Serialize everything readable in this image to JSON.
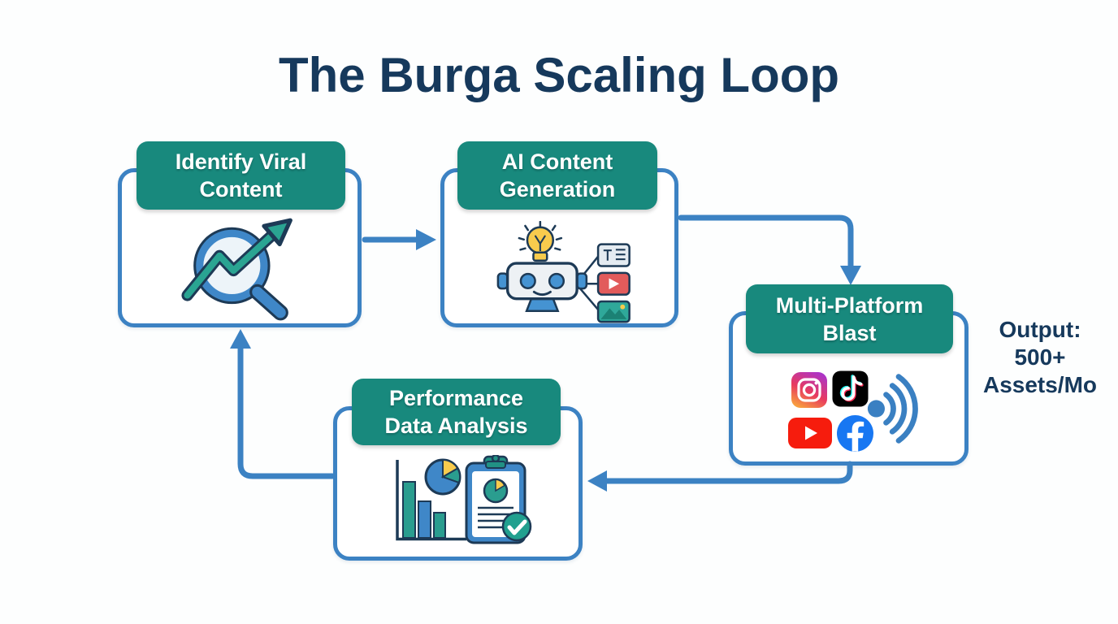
{
  "title": "The Burga Scaling Loop",
  "diagram_type": "cyclic-flowchart",
  "colors": {
    "accent_teal": "#18897D",
    "accent_blue": "#3C82C3",
    "navy_text": "#16395C",
    "background": "#FFFFFF",
    "youtube_red": "#F61C0D",
    "facebook_blue": "#1877F2",
    "tiktok_black": "#010101",
    "bulb_yellow": "#F8CB4D"
  },
  "steps": [
    {
      "name": "identify-viral-content",
      "label_lines": [
        "Identify Viral",
        "Content"
      ],
      "icons": [
        "magnifier-trend-arrow-icon"
      ]
    },
    {
      "name": "ai-content-generation",
      "label_lines": [
        "AI Content",
        "Generation"
      ],
      "icons": [
        "robot-lightbulb-icon",
        "text-doc-icon",
        "video-clip-icon",
        "image-asset-icon"
      ]
    },
    {
      "name": "multi-platform-blast",
      "label_lines": [
        "Multi-Platform",
        "Blast"
      ],
      "icons": [
        "instagram-icon",
        "tiktok-icon",
        "youtube-icon",
        "facebook-icon",
        "broadcast-signal-icon"
      ]
    },
    {
      "name": "performance-data-analysis",
      "label_lines": [
        "Performance",
        "Data Analysis"
      ],
      "icons": [
        "bar-chart-icon",
        "pie-chart-icon",
        "clipboard-report-icon"
      ]
    }
  ],
  "connections": [
    {
      "from": "identify-viral-content",
      "to": "ai-content-generation"
    },
    {
      "from": "ai-content-generation",
      "to": "multi-platform-blast"
    },
    {
      "from": "multi-platform-blast",
      "to": "performance-data-analysis"
    },
    {
      "from": "performance-data-analysis",
      "to": "identify-viral-content"
    }
  ],
  "output_note": {
    "lines": [
      "Output:",
      "500+",
      "Assets/Mo"
    ]
  }
}
